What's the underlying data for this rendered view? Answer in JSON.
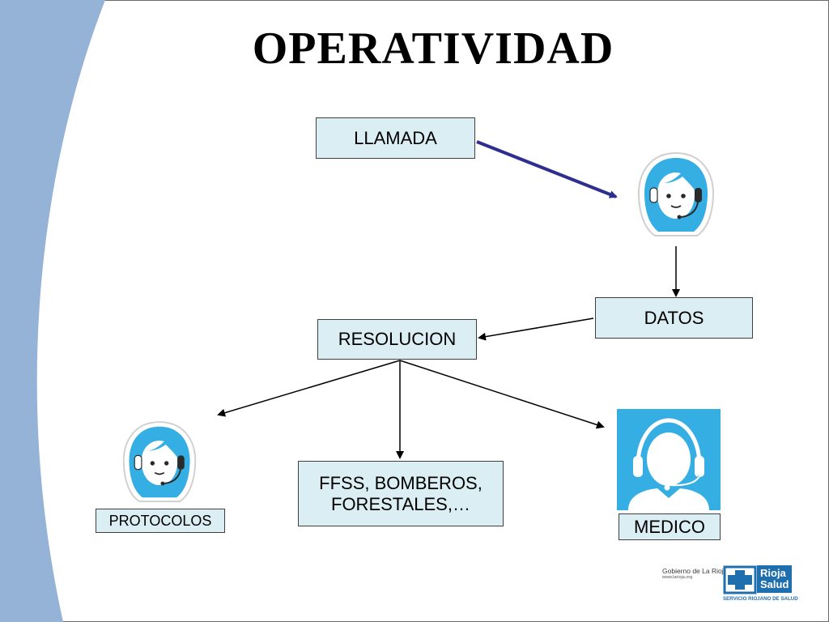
{
  "title": "OPERATIVIDAD",
  "nodes": {
    "llamada": "LLAMADA",
    "datos": "DATOS",
    "resolucion": "RESOLUCION",
    "ffss": "FFSS, BOMBEROS,\nFORESTALES,…",
    "protocolos": "PROTOCOLOS",
    "medico": "MEDICO"
  },
  "icons": {
    "operator_top": "female-operator-headset-icon",
    "operator_left": "female-operator-headset-icon",
    "medico": "operator-headset-silhouette-icon"
  },
  "logos": {
    "gobierno_name": "Gobierno de La Rioja",
    "gobierno_url": "www.larioja.org",
    "rioja_salud": "Rioja\nSalud",
    "rioja_salud_sub": "SERVICIO RIOJANO DE SALUD"
  },
  "colors": {
    "box_fill": "#daeef3",
    "arrow_blue": "#2e2e8f",
    "icon_blue": "#35aee3",
    "deco_blue": "#95b3d7"
  }
}
